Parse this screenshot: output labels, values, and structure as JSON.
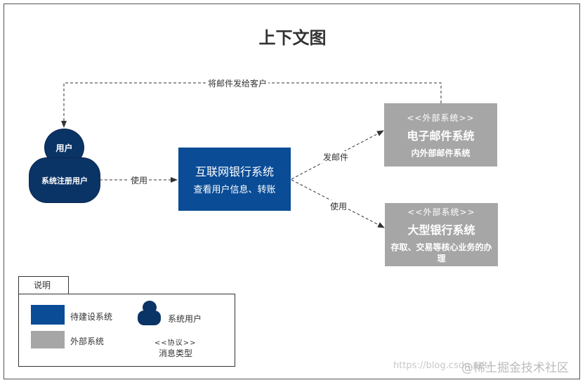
{
  "title": "上下文图",
  "user": {
    "head_label": "用户",
    "body_label": "系统注册用户"
  },
  "bank_system": {
    "name": "互联网银行系统",
    "description": "查看用户信息、转账"
  },
  "email_system": {
    "stereotype": "<<外部系统>>",
    "name": "电子邮件系统",
    "description": "内外部邮件系统"
  },
  "core_system": {
    "stereotype": "<<外部系统>>",
    "name": "大型银行系统",
    "description": "存取、交易等核心业务的办理"
  },
  "edges": {
    "user_to_bank": "使用",
    "bank_to_email": "发邮件",
    "bank_to_core": "使用",
    "email_to_user": "将邮件发给客户"
  },
  "legend": {
    "tab": "说明",
    "to_build": "待建设系统",
    "system_user": "系统用户",
    "external": "外部系统",
    "protocol": "<<协议>>",
    "message_type": "消息类型"
  },
  "watermark": {
    "url": "https://blog.csdn.net/",
    "brand": "@稀土掘金技术社区"
  },
  "colors": {
    "to_build": "#0a4c96",
    "external": "#a6a6a6",
    "user": "#0b3466"
  }
}
